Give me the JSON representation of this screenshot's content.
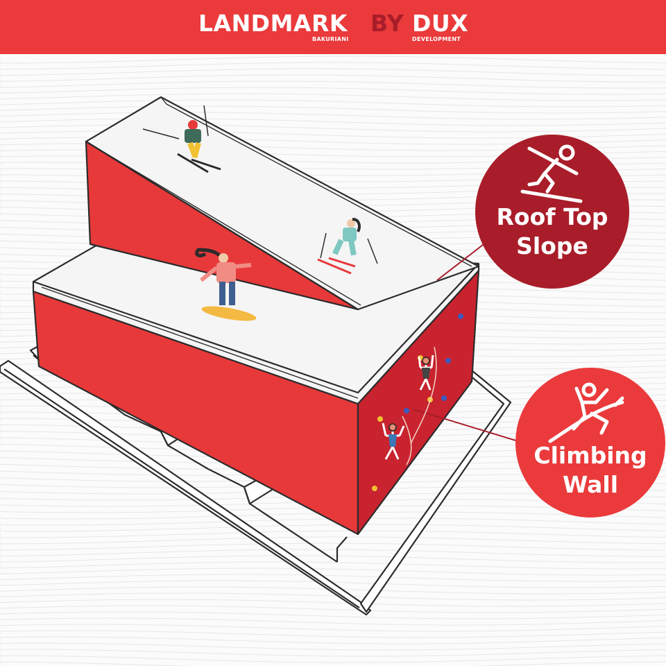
{
  "brand": {
    "name": "LANDMARK",
    "location": "BAKURIANI",
    "connector": "BY",
    "developer": "DUX",
    "developer_sub": "DEVELOPMENT"
  },
  "features": [
    {
      "line1": "Roof Top",
      "line2": "Slope",
      "icon": "skier-icon"
    },
    {
      "line1": "Climbing",
      "line2": "Wall",
      "icon": "climber-icon"
    }
  ],
  "colors": {
    "brand_red": "#ea3a3b",
    "dark_red": "#a81d29",
    "building_red": "#e8393a",
    "outline": "#2b2b2b",
    "background": "#fbfbfb"
  }
}
